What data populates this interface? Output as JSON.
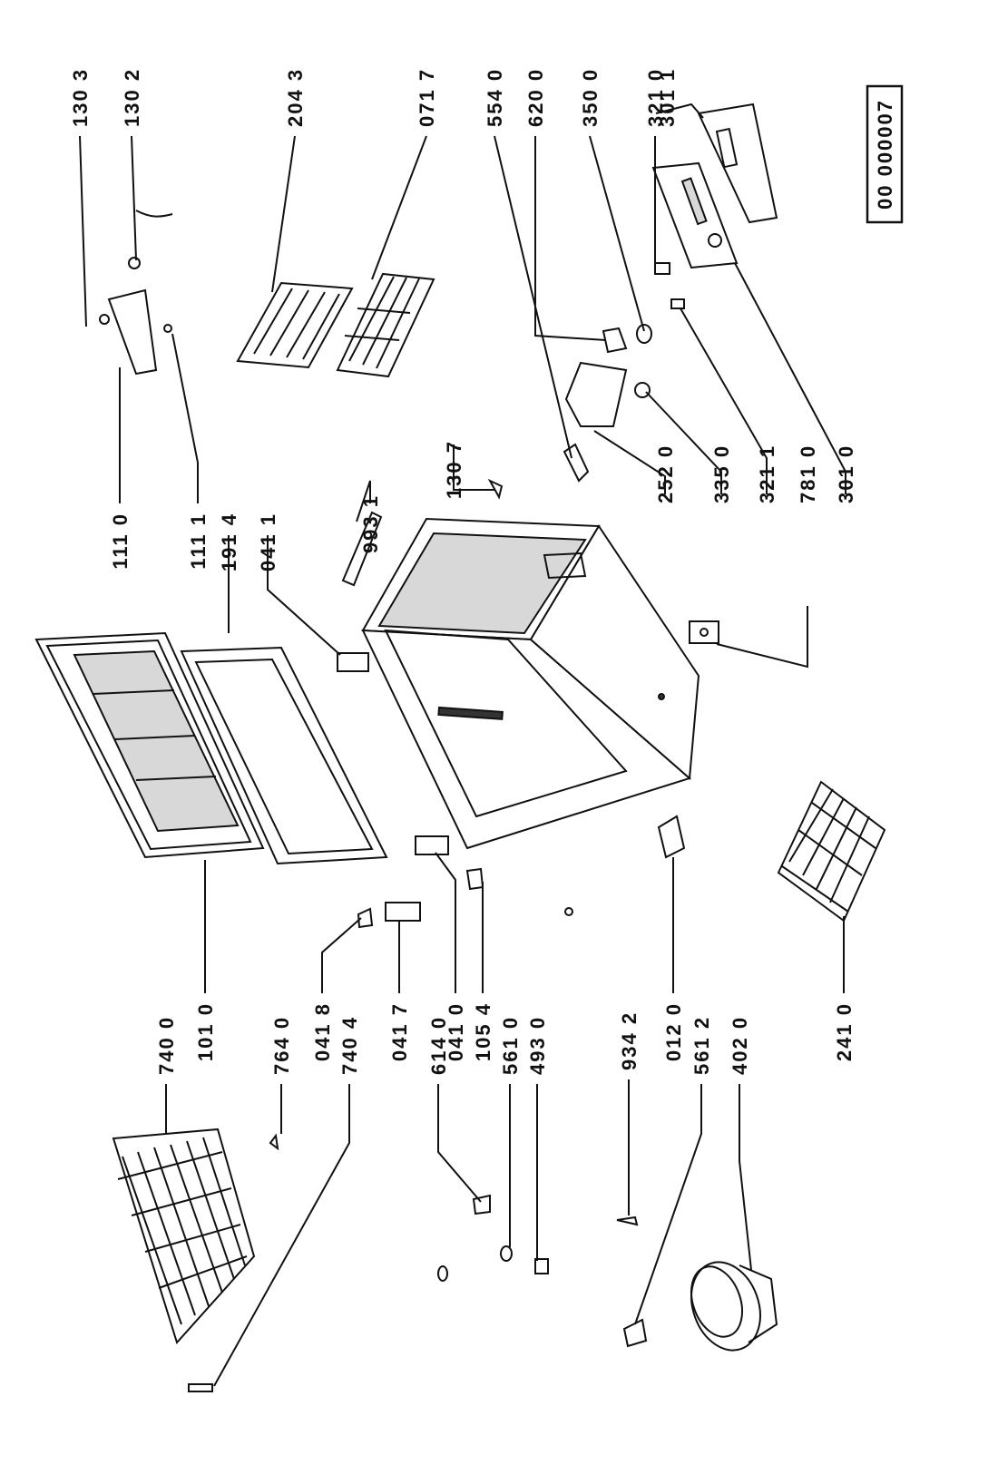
{
  "diagram_code": "00 000007",
  "labels": {
    "l1303": "130 3",
    "l1302": "130 2",
    "l2043": "204 3",
    "l0717": "071 7",
    "l5540": "554 0",
    "l6200": "620 0",
    "l3500": "350 0",
    "l3210": "321 0",
    "l3011": "301 1",
    "l1110": "111 0",
    "l1111": "111 1",
    "l1914": "191 4",
    "l0411": "041 1",
    "l9931": "993 1",
    "l1307": "130 7",
    "l2520": "252 0",
    "l3350": "335 0",
    "l3211": "321 1",
    "l7810": "781 0",
    "l3010": "301 0",
    "l7400": "740 0",
    "l1010": "101 0",
    "l7640": "764 0",
    "l0418": "041 8",
    "l7404": "740 4",
    "l0417": "041 7",
    "l6140": "614 0",
    "l0410": "041 0",
    "l1054": "105 4",
    "l5610": "561 0",
    "l4930": "493 0",
    "l9342": "934 2",
    "l0120": "012 0",
    "l5612": "561 2",
    "l4020": "402 0",
    "l2410": "241 0"
  }
}
